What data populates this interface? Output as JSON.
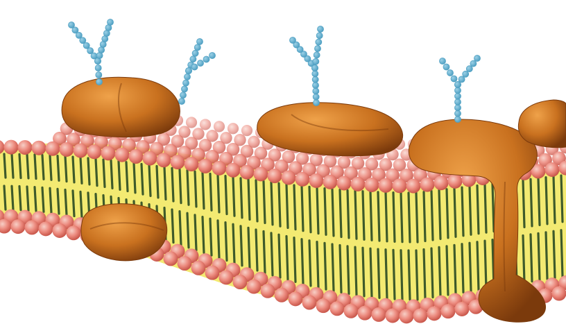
{
  "image": {
    "text": "",
    "colors": {
      "background": "#ffffff",
      "phospholipid_head": "#ec8a7e",
      "phospholipid_head_light": "#f7cfc6",
      "phospholipid_head_dark": "#c9574b",
      "lipid_tail_region": "#f3ea72",
      "lipid_tail": "#3e5a2a",
      "protein": "#c9711f",
      "protein_light": "#efa24a",
      "protein_dark": "#7b3a0c",
      "glycan_bead": "#4c9ec1",
      "glycan_bead_light": "#9bd0e6"
    },
    "elements": [
      "phospholipid-bilayer",
      "lipid-tails",
      "integral-proteins",
      "peripheral-protein",
      "transmembrane-protein",
      "carbohydrate-chains"
    ]
  }
}
